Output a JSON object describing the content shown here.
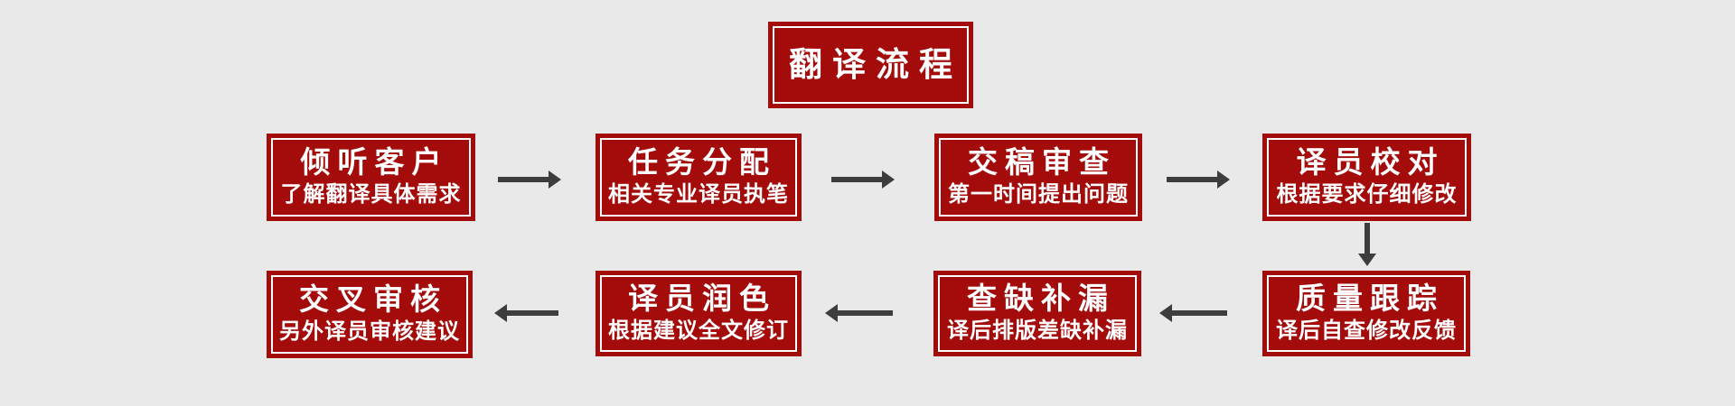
{
  "colors": {
    "background": "#e9e9e9",
    "box_red": "#a40c0c",
    "box_border": "#ffffff",
    "text": "#ffffff",
    "arrow": "#3d3d3d"
  },
  "title": {
    "label": "翻译流程"
  },
  "steps": [
    {
      "title": "倾听客户",
      "subtitle": "了解翻译具体需求"
    },
    {
      "title": "任务分配",
      "subtitle": "相关专业译员执笔"
    },
    {
      "title": "交稿审查",
      "subtitle": "第一时间提出问题"
    },
    {
      "title": "译员校对",
      "subtitle": "根据要求仔细修改"
    },
    {
      "title": "质量跟踪",
      "subtitle": "译后自查修改反馈"
    },
    {
      "title": "查缺补漏",
      "subtitle": "译后排版差缺补漏"
    },
    {
      "title": "译员润色",
      "subtitle": "根据建议全文修订"
    },
    {
      "title": "交叉审核",
      "subtitle": "另外译员审核建议"
    }
  ]
}
